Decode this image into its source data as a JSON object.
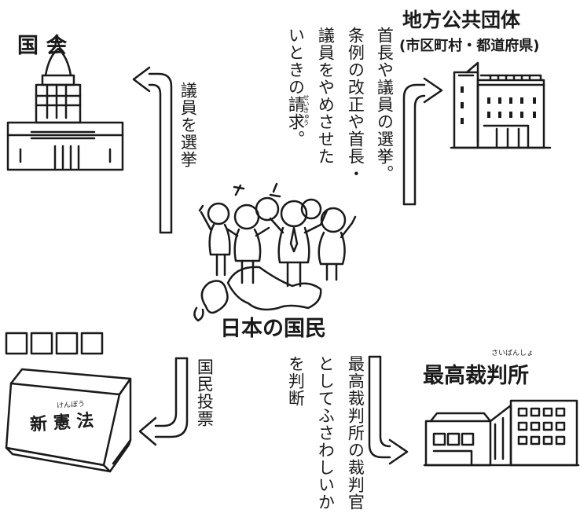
{
  "diagram": {
    "kokkai": {
      "title": "国 会"
    },
    "chiho": {
      "title": "地方公共団体",
      "subtitle": "(市区町村・都道府県)"
    },
    "kokumin": {
      "label": "日本の国民"
    },
    "saibansho": {
      "title": "最高裁判所",
      "ruby": "さいばんしょ"
    },
    "kenpo": {
      "title": "新 憲 法",
      "ruby": "けんぽう"
    },
    "flows": {
      "senkyo": "議員を選挙",
      "chiho_col1": "首長や議員の選挙。",
      "chiho_col2": "条例の改正や首長・",
      "chiho_col3": "議員をやめさせた",
      "chiho_col4": "いときの請求。",
      "seikyu_ruby": "せいきゅう",
      "tohyo": "国民投票",
      "saiban_col1": "最高裁判所の裁判官",
      "saiban_col2": "としてふさわしいか",
      "saiban_col3": "を判断"
    }
  }
}
